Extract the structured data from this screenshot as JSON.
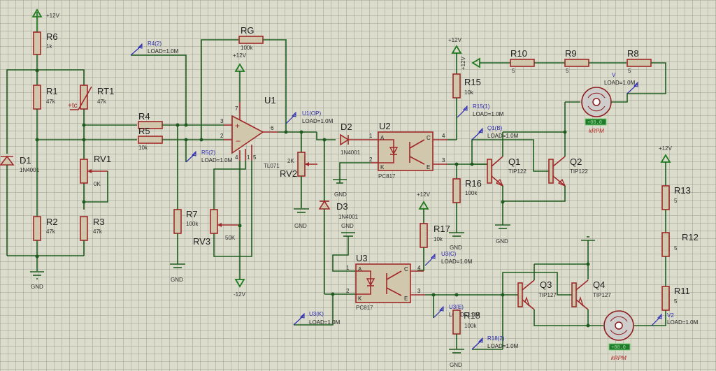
{
  "app": "Proteus ISIS schematic",
  "power": {
    "vcc": "+12V",
    "vee": "-12V",
    "gnd": "GND"
  },
  "components": {
    "R6": {
      "ref": "R6",
      "value": "1k"
    },
    "R1": {
      "ref": "R1",
      "value": "47k"
    },
    "RT1": {
      "ref": "RT1",
      "value": "47k",
      "tc": "+tc"
    },
    "D1": {
      "ref": "D1",
      "value": "1N4001"
    },
    "RV1": {
      "ref": "RV1",
      "value": "0K"
    },
    "R2": {
      "ref": "R2",
      "value": "47k"
    },
    "R3": {
      "ref": "R3",
      "value": "47k"
    },
    "R4": {
      "ref": "R4",
      "value": ""
    },
    "R5": {
      "ref": "R5",
      "value": "10k"
    },
    "R7": {
      "ref": "R7",
      "value": "100k"
    },
    "RG": {
      "ref": "RG",
      "value": "100k"
    },
    "U1": {
      "ref": "U1",
      "value": "TL071",
      "pins": [
        "3",
        "2",
        "6",
        "7",
        "4",
        "1",
        "5"
      ]
    },
    "RV3": {
      "ref": "RV3",
      "value": "50K"
    },
    "RV2": {
      "ref": "RV2",
      "value": "2K"
    },
    "D2": {
      "ref": "D2",
      "value": "1N4001"
    },
    "D3": {
      "ref": "D3",
      "value": "1N4001"
    },
    "U2": {
      "ref": "U2",
      "value": "PC817",
      "pins": [
        "1",
        "2",
        "4",
        "3"
      ],
      "pinNames": [
        "A",
        "K",
        "C",
        "E"
      ]
    },
    "U3": {
      "ref": "U3",
      "value": "PC817",
      "pins": [
        "1",
        "2",
        "4",
        "3"
      ],
      "pinNames": [
        "A",
        "K",
        "C",
        "E"
      ]
    },
    "R15": {
      "ref": "R15",
      "value": "10k"
    },
    "R16": {
      "ref": "R16",
      "value": "100k"
    },
    "R17": {
      "ref": "R17",
      "value": "10k"
    },
    "R18": {
      "ref": "R18",
      "value": "100k"
    },
    "R10": {
      "ref": "R10",
      "value": "5"
    },
    "R9": {
      "ref": "R9",
      "value": "5"
    },
    "R8": {
      "ref": "R8",
      "value": "5"
    },
    "R13": {
      "ref": "R13",
      "value": "5"
    },
    "R12": {
      "ref": "R12",
      "value": "5"
    },
    "R11": {
      "ref": "R11",
      "value": "5"
    },
    "Q1": {
      "ref": "Q1",
      "value": "TIP122"
    },
    "Q2": {
      "ref": "Q2",
      "value": "TIP122"
    },
    "Q3": {
      "ref": "Q3",
      "value": "TIP127"
    },
    "Q4": {
      "ref": "Q4",
      "value": "TIP127"
    },
    "M1": {
      "unit": "kRPM",
      "display": "+00.0"
    },
    "M2": {
      "unit": "kRPM",
      "display": "+00.0"
    }
  },
  "probes": {
    "R4_2": {
      "name": "R4(2)",
      "load": "LOAD=1.0M"
    },
    "R5_2": {
      "name": "R5(2)",
      "load": "LOAD=1.0M"
    },
    "U1_OP": {
      "name": "U1(OP)",
      "load": "LOAD=1.0M"
    },
    "R15_1": {
      "name": "R15(1)",
      "load": "LOAD=1.0M"
    },
    "Q1_B": {
      "name": "Q1(B)",
      "load": "LOAD=1.0M"
    },
    "V": {
      "name": "V",
      "load": "LOAD=1.0M"
    },
    "U3_C": {
      "name": "U3(C)",
      "load": "LOAD=1.0M"
    },
    "U3_K": {
      "name": "U3(K)",
      "load": "LOAD=1.0M"
    },
    "U3_E": {
      "name": "U3(E)",
      "load": "LOAD=1.0M"
    },
    "R18_2": {
      "name": "R18(2)",
      "load": "LOAD=1.0M"
    },
    "V2": {
      "name": "V2",
      "load": "LOAD=1.0M"
    }
  }
}
